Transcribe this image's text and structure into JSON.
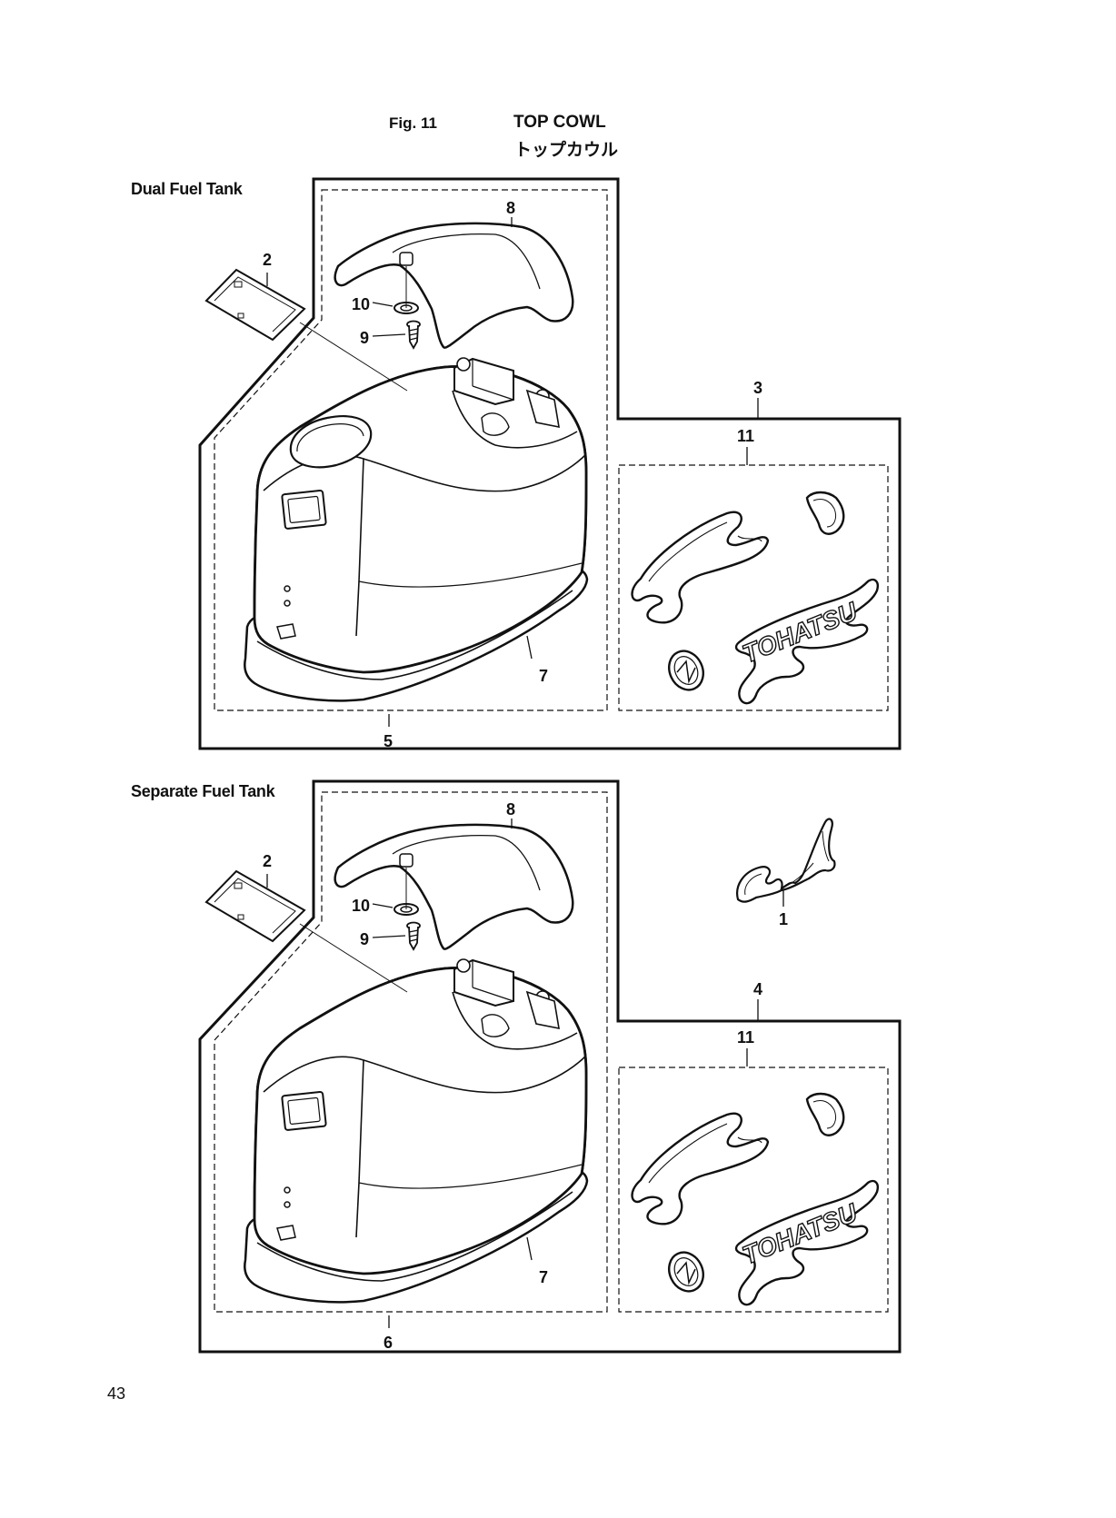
{
  "figure": {
    "label": "Fig. 11",
    "title": "TOP COWL",
    "title_jp": "トップカウル"
  },
  "sections": [
    {
      "name": "Dual Fuel Tank",
      "callouts": {
        "decal": "2",
        "cover": "8",
        "washer": "10",
        "screw": "9",
        "set": "3",
        "emblem_set": "11",
        "seal": "7",
        "cowl_assy": "5"
      },
      "brand_text": "TOHATSU"
    },
    {
      "name": "Separate Fuel Tank",
      "callouts": {
        "decal": "2",
        "cover": "8",
        "washer": "10",
        "screw": "9",
        "signature_decal": "1",
        "set": "4",
        "emblem_set": "11",
        "seal": "7",
        "cowl_assy": "6"
      },
      "brand_text": "TOHATSU"
    }
  ],
  "page_number": "43"
}
